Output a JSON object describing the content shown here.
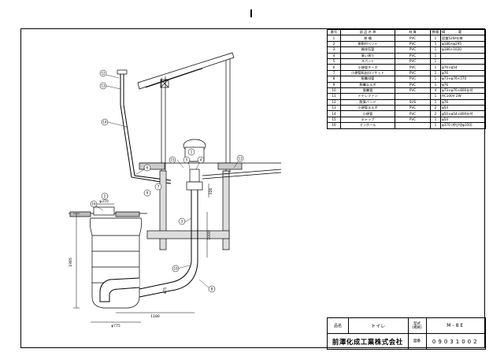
{
  "header": {
    "no": "番号",
    "name": "部 品 名 称",
    "material": "材 質",
    "qty": "数量",
    "note": "摘　　　　要"
  },
  "parts": [
    {
      "no": "1",
      "name": "便 槽",
      "material": "PVC",
      "qty": "1",
      "note": "容量520ℓ仕様"
    },
    {
      "no": "2",
      "name": "樹脂付ベント",
      "material": "PVC",
      "qty": "1",
      "note": "φ186×φ295"
    },
    {
      "no": "3",
      "name": "雑排気管",
      "material": "PVC",
      "qty": "1",
      "note": "φ186×1020"
    },
    {
      "no": "4",
      "name": "臭い張り",
      "material": "PVC",
      "qty": "1",
      "note": ""
    },
    {
      "no": "5",
      "name": "スパット",
      "material": "PVC",
      "qty": "1",
      "note": ""
    },
    {
      "no": "6",
      "name": "小便管チーズ",
      "material": "PVC",
      "qty": "1",
      "note": "φ76×φ54"
    },
    {
      "no": "7",
      "name": "小便管転出口ソケット",
      "material": "PVC",
      "qty": "1",
      "note": "φ76"
    },
    {
      "no": "8",
      "name": "脱糞排管",
      "material": "PVC",
      "qty": "1",
      "note": "φ73×φ76×570"
    },
    {
      "no": "9",
      "name": "脱糞エルボ",
      "material": "PVC",
      "qty": "1",
      "note": "φ76"
    },
    {
      "no": "10",
      "name": "脱糞管",
      "material": "PVC",
      "qty": "4",
      "note": "φ73×φ76×800仕付"
    },
    {
      "no": "11",
      "name": "トイレファン",
      "material": "",
      "qty": "1",
      "note": "AC100V 2W"
    },
    {
      "no": "12",
      "name": "脱臭バンド",
      "material": "SUS",
      "qty": "1",
      "note": "φ76"
    },
    {
      "no": "13",
      "name": "小便管エルボ",
      "material": "PVC",
      "qty": "2",
      "note": "φ54"
    },
    {
      "no": "14",
      "name": "小便管",
      "material": "PVC",
      "qty": "2",
      "note": "φ50×φ54×800仕付"
    },
    {
      "no": "15",
      "name": "キャップ",
      "material": "PVC",
      "qty": "1",
      "note": "φ54"
    },
    {
      "no": "16",
      "name": "マンホール",
      "material": "",
      "qty": "1",
      "note": "φ370 (呼び径φ350)"
    }
  ],
  "title_block": {
    "name_label": "品名",
    "name_value": "トイレ",
    "model_label": "型式",
    "model_sublabel": "(規格)",
    "model_value": "M-8E",
    "company": "前澤化成工業株式会社",
    "drawing_label": "図番",
    "drawing_number": "09031002"
  },
  "dimensions": {
    "manhole_dia": "φ370",
    "tank_dia": "φ775",
    "height_total": "1985",
    "depth_pipe": "1000",
    "offset_top": "326",
    "width_base": "1180",
    "width_pipe": "475"
  },
  "balloons": [
    "1",
    "2",
    "3",
    "4",
    "5",
    "6",
    "7",
    "8",
    "9",
    "10",
    "11",
    "12",
    "13",
    "14",
    "15",
    "16"
  ]
}
